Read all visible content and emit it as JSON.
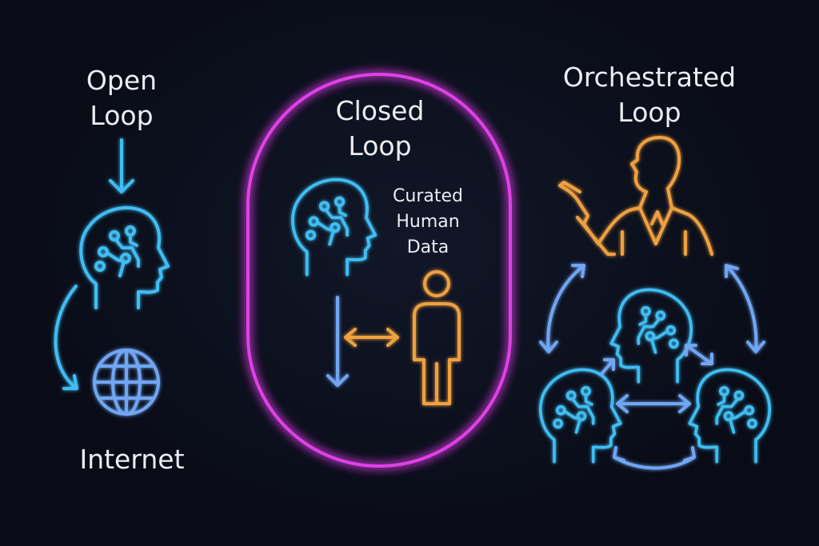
{
  "colors": {
    "background": "#090c17",
    "brain": "#3fbdf2",
    "arrow": "#6fa6f2",
    "human": "#f0a040",
    "closed_loop_border": "#e040e8",
    "text": "#ececf2"
  },
  "open_loop": {
    "title_line1": "Open",
    "title_line2": "Loop",
    "bottom_label": "Internet",
    "icons": [
      "arrow-down-icon",
      "ai-head-icon",
      "curved-arrow-icon",
      "globe-icon"
    ]
  },
  "closed_loop": {
    "title_line1": "Closed",
    "title_line2": "Loop",
    "data_label_line1": "Curated",
    "data_label_line2": "Human",
    "data_label_line3": "Data",
    "icons": [
      "ai-head-icon",
      "arrow-down-icon",
      "double-arrow-icon",
      "person-icon"
    ]
  },
  "orchestrated_loop": {
    "title_line1": "Orchestrated",
    "title_line2": "Loop",
    "icons": [
      "teacher-icon",
      "ai-head-icon",
      "double-arrow-icon"
    ]
  }
}
